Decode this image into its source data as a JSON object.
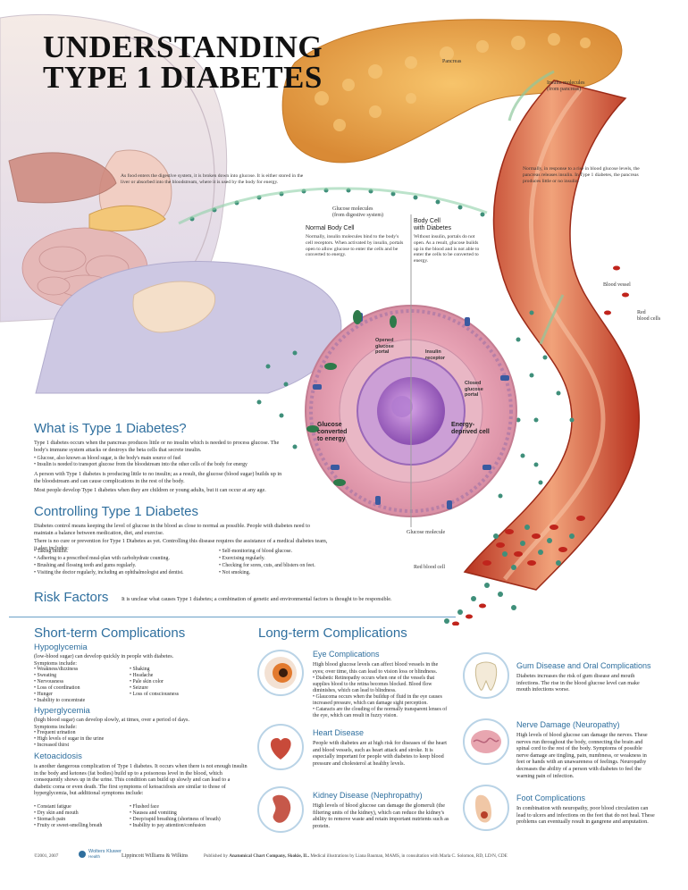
{
  "title": {
    "line1": "UNDERSTANDING",
    "line2": "TYPE 1 DIABETES"
  },
  "labels": {
    "pancreas": "Pancreas",
    "insulin_molecules": "Insulin molecules\n(from pancreas)",
    "glucose_molecules": "Glucose molecules\n(from digestive system)",
    "blood_vessel": "Blood vessel",
    "red_blood_cells": "Red\nblood cells",
    "glucose_molecule": "Glucose molecule",
    "red_blood_cell": "Red blood cell",
    "opened_portal": "Opened\nglucose\nportal",
    "insulin_receptor": "Insulin\nreceptor",
    "closed_portal": "Closed\nglucose\nportal",
    "glucose_converted": "Glucose\nconverted\nto energy",
    "energy_deprived": "Energy-\ndeprived cell"
  },
  "digestion_text": "As food enters the digestive system, it is broken down into glucose. It is either stored in the liver or absorbed into the bloodstream, where it is used by the body for energy.",
  "pancreas_text": "Normally, in response to a rise in blood glucose levels, the pancreas releases insulin. In Type 1 diabetes, the pancreas produces little or no insulin.",
  "normal_cell": {
    "heading": "Normal Body Cell",
    "text": "Normally, insulin molecules bind to the body's cell receptors. When activated by insulin, portals open to allow glucose to enter the cells and be converted to energy."
  },
  "diabetic_cell": {
    "heading": "Body Cell\nwith Diabetes",
    "text": "Without insulin, portals do not open. As a result, glucose builds up in the blood and is not able to enter the cells to be converted to energy."
  },
  "what_is": {
    "heading": "What is Type 1 Diabetes?",
    "p1": "Type 1 diabetes occurs when the pancreas produces little or no insulin which is needed to process glucose. The body's immune system attacks or destroys the beta cells that secrete insulin.",
    "b1": "Glucose, also known as blood sugar, is the body's main source of fuel",
    "b2": "Insulin is needed to transport glucose from the bloodstream into the other cells of the body for energy",
    "p2": "A person with Type 1 diabetes is producing little to no insulin; as a result, the glucose (blood sugar) builds up in the bloodstream and can cause complications in the rest of the body.",
    "p3": "Most people develop Type 1 diabetes when they are children or young adults, but it can occur at any age."
  },
  "controlling": {
    "heading": "Controlling Type 1 Diabetes",
    "p1": "Diabetes control means keeping the level of glucose in the blood as close to normal as possible. People with diabetes need to maintain a balance between medication, diet, and exercise.",
    "p2": "There is no cure or prevention for Type 1 Diabetes as yet. Controlling this disease requires the assistance of a medical diabetes team, it also includes:",
    "left": [
      "Taking insulin.",
      "Adhering to a prescribed meal-plan with carbohydrate counting.",
      "Brushing and flossing teeth and gums regularly.",
      "Visiting the doctor regularly, including an ophthalmologist and dentist."
    ],
    "right": [
      "Self-monitoring of blood glucose.",
      "Exercising regularly.",
      "Checking for sores, cuts, and blisters on feet.",
      "Not smoking."
    ]
  },
  "risk": {
    "heading": "Risk Factors",
    "text": "It is unclear what causes Type 1 diabetes; a combination of genetic and environmental factors is thought to be responsible."
  },
  "short_term": {
    "heading": "Short-term Complications",
    "hypo": {
      "heading": "Hypoglycemia",
      "intro": "(low-blood sugar) can develop quickly in people with diabetes.",
      "sym": "Symptoms include:",
      "left": [
        "Weakness/dizziness",
        "Sweating",
        "Nervousness",
        "Loss of coordination",
        "Hunger",
        "Inability to concentrate"
      ],
      "right": [
        "Shaking",
        "Headache",
        "Pale skin color",
        "Seizure",
        "Loss of consciousness"
      ]
    },
    "hyper": {
      "heading": "Hyperglycemia",
      "intro": "(high blood sugar) can develop slowly, at times, over a period of days.",
      "sym": "Symptoms include:",
      "list": [
        "Frequent urination",
        "High levels of sugar in the urine",
        "Increased thirst"
      ]
    },
    "keto": {
      "heading": "Ketoacidosis",
      "text": "is another dangerous complication of Type 1 diabetes. It occurs when there is not enough insulin in the body and ketones (fat bodies) build up to a poisonous level in the blood, which consequently shows up in the urine. This condition can build up slowly and can lead to a diabetic coma or even death. The first symptoms of ketoacidosis are similar to those of hyperglycemia, but additional symptoms include:",
      "left": [
        "Constant fatigue",
        "Dry skin and mouth",
        "Stomach pain",
        "Fruity or sweet-smelling breath"
      ],
      "right": [
        "Flushed face",
        "Nausea and vomiting",
        "Deep/rapid breathing (shortness of breath)",
        "Inability to pay attention/confusion"
      ]
    }
  },
  "long_term": {
    "heading": "Long-term Complications",
    "eye": {
      "heading": "Eye Complications",
      "intro": "High blood glucose levels can affect blood vessels in the eyes; over time, this can lead to vision loss or blindness.",
      "list": [
        "Diabetic Retinopathy occurs when one of the vessels that supplies blood to the retina becomes blocked. Blood flow diminishes, which can lead to blindness.",
        "Glaucoma occurs when the buildup of fluid in the eye causes increased pressure, which can damage sight perception.",
        "Cataracts are the clouding of the normally transparent lenses of the eye, which can result in fuzzy vision."
      ]
    },
    "heart": {
      "heading": "Heart Disease",
      "text": "People with diabetes are at high risk for diseases of the heart and blood vessels, such as heart attack and stroke. It is especially important for people with diabetes to keep blood pressure and cholesterol at healthy levels."
    },
    "kidney": {
      "heading": "Kidney Disease (Nephropathy)",
      "text": "High levels of blood glucose can damage the glomeruli (the filtering units of the kidney), which can reduce the kidney's ability to remove waste and retain important nutrients such as protein."
    },
    "gum": {
      "heading": "Gum Disease and Oral Complications",
      "text": "Diabetes increases the risk of gum disease and mouth infections. The rise in the blood glucose level can make mouth infections worse."
    },
    "nerve": {
      "heading": "Nerve Damage (Neuropathy)",
      "text": "High levels of blood glucose can damage the nerves. These nerves run throughout the body, connecting the brain and spinal cord to the rest of the body. Symptoms of possible nerve damage are tingling, pain, numbness, or weakness in feet or hands with an unawareness of feelings. Neuropathy decreases the ability of a person with diabetes to feel the warning pain of infection."
    },
    "foot": {
      "heading": "Foot Complications",
      "text": "In combination with neuropathy, poor blood circulation can lead to ulcers and infections on the feet that do not heal. These problems can eventually result in gangrene and amputation."
    }
  },
  "footer": {
    "copyright": "©2001, 2007",
    "publisher": "Wolters Kluwer",
    "publisher_sub": "Health",
    "lww": "Lippincott Williams & Wilkins",
    "credits_pre": "Published by ",
    "credits_bold": "Anatomical Chart Company, Skokie, IL.",
    "credits_post": " Medical illustrations by Liana Bauman, MAMS, in consultation with Marla C. Solomon, RD, LD/N, CDE"
  },
  "colors": {
    "heading_blue": "#2f6f9e",
    "vessel_red": "#c8402a",
    "pancreas_orange": "#e9a64a",
    "cell_pink": "#e8a0b0",
    "glucose_green": "#3f8f7a"
  }
}
